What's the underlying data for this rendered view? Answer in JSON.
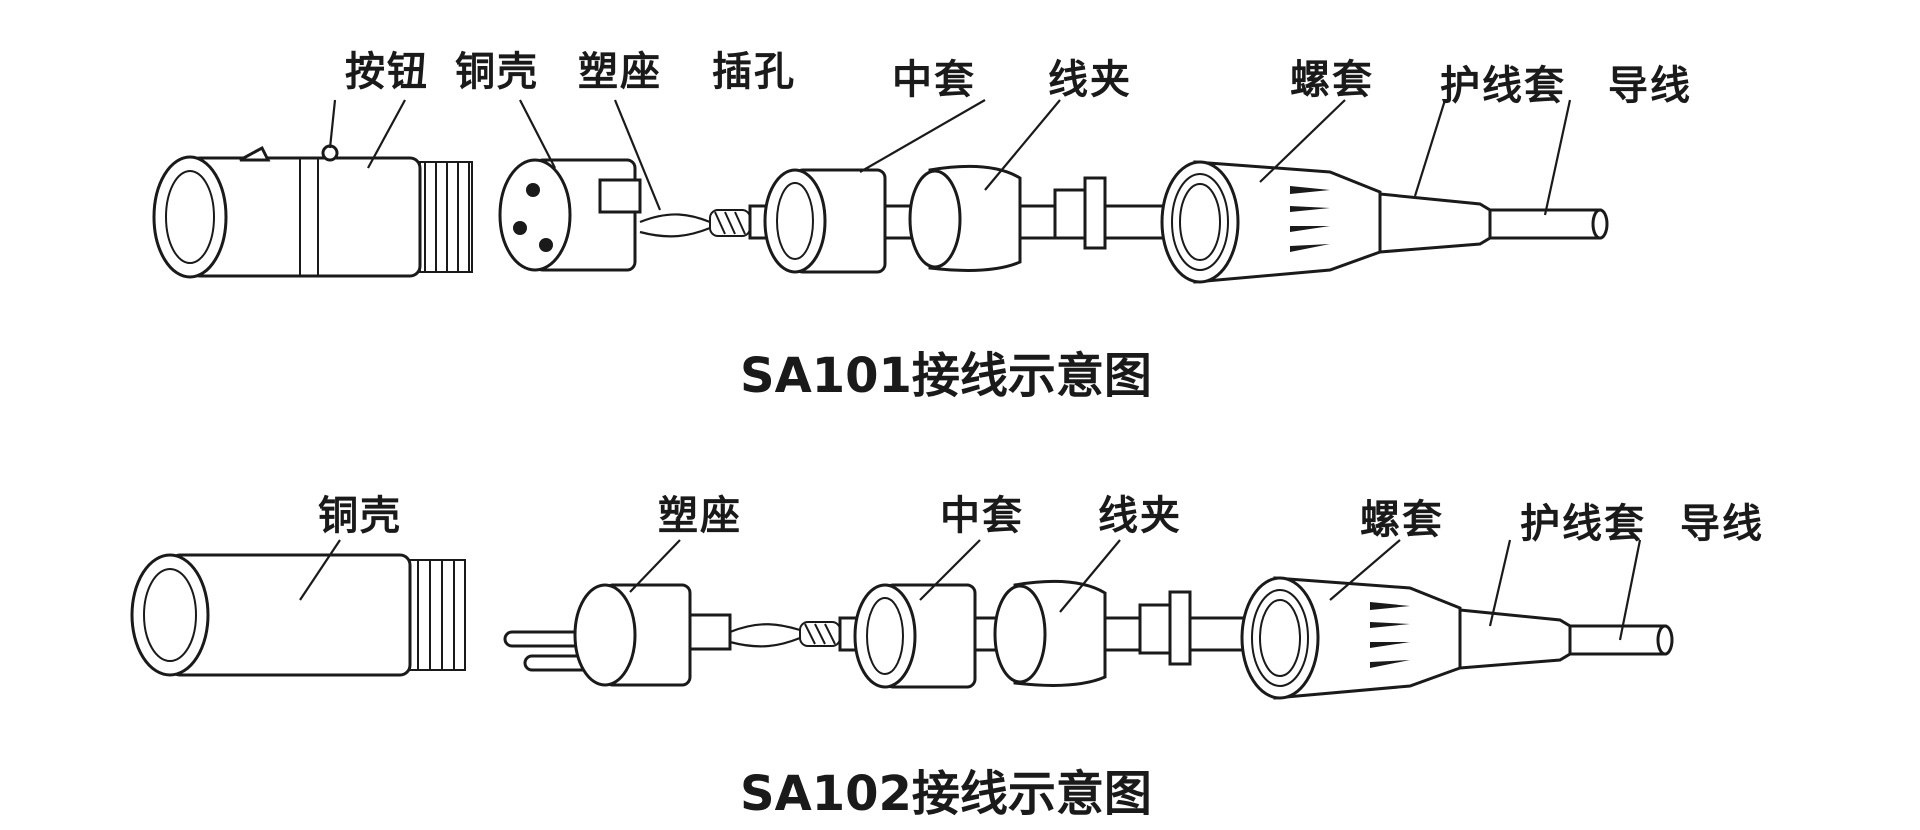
{
  "diagram1": {
    "caption": "SA101接线示意图",
    "labels": {
      "button": "按钮",
      "copper_shell": "铜壳",
      "plastic_base": "塑座",
      "socket_hole": "插孔",
      "middle_sleeve": "中套",
      "wire_clamp": "线夹",
      "screw_sleeve": "螺套",
      "wire_guard": "护线套",
      "wire": "导线"
    }
  },
  "diagram2": {
    "caption": "SA102接线示意图",
    "labels": {
      "copper_shell": "铜壳",
      "plastic_base": "塑座",
      "middle_sleeve": "中套",
      "wire_clamp": "线夹",
      "screw_sleeve": "螺套",
      "wire_guard": "护线套",
      "wire": "导线"
    }
  }
}
